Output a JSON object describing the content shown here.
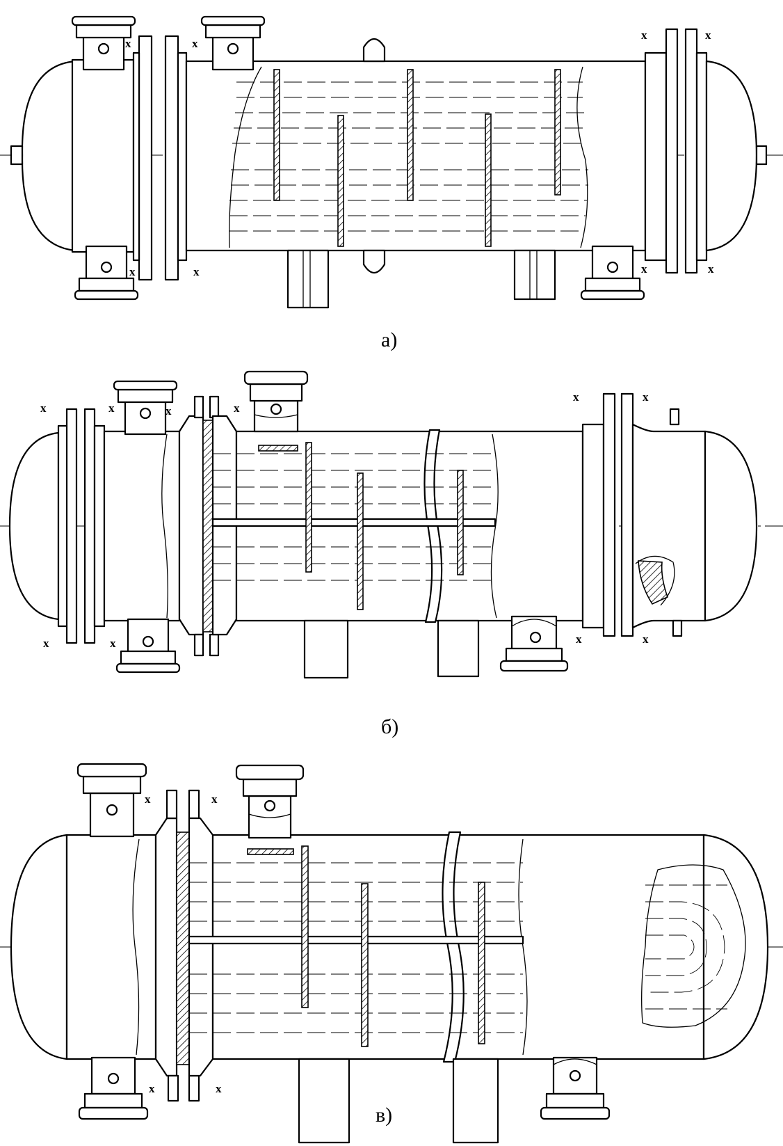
{
  "captions": {
    "a": "а)",
    "b": "б)",
    "v": "в)"
  },
  "flange_mark": "x"
}
